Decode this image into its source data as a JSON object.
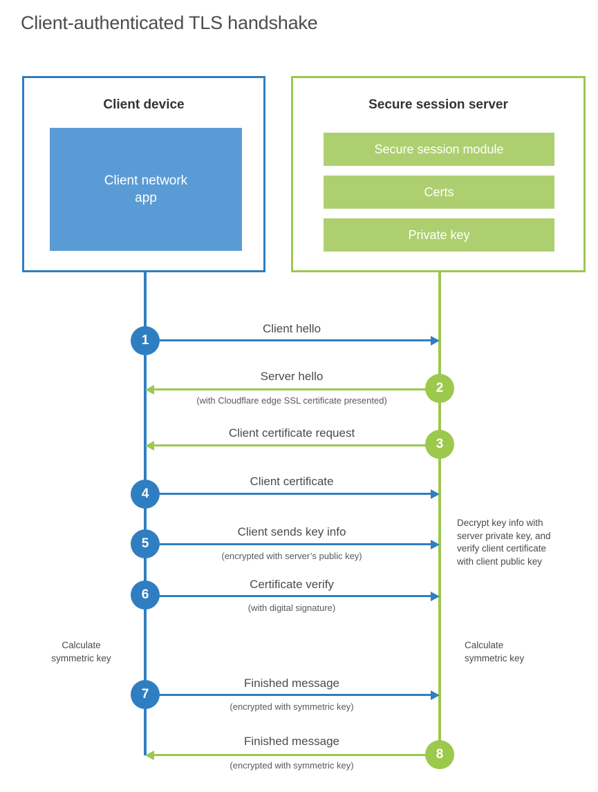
{
  "title": "Client-authenticated TLS handshake",
  "colors": {
    "client_blue": "#2f7ec1",
    "client_app_blue": "#5b9bd5",
    "server_green": "#9cc84c",
    "server_bar_green": "#adcf70",
    "text": "#4a4a4a"
  },
  "actors": {
    "client": {
      "title": "Client device",
      "app_label": "Client network\napp"
    },
    "server": {
      "title": "Secure session server",
      "bars": [
        "Secure session module",
        "Certs",
        "Private key"
      ]
    }
  },
  "steps": [
    {
      "number": "1",
      "direction": "client-to-server",
      "color": "blue",
      "label": "Client hello",
      "sublabel": ""
    },
    {
      "number": "2",
      "direction": "server-to-client",
      "color": "green",
      "label": "Server hello",
      "sublabel": "(with Cloudflare edge SSL certificate presented)"
    },
    {
      "number": "3",
      "direction": "server-to-client",
      "color": "green",
      "label": "Client certificate request",
      "sublabel": ""
    },
    {
      "number": "4",
      "direction": "client-to-server",
      "color": "blue",
      "label": "Client certificate",
      "sublabel": ""
    },
    {
      "number": "5",
      "direction": "client-to-server",
      "color": "blue",
      "label": "Client sends key info",
      "sublabel": "(encrypted with server’s public key)"
    },
    {
      "number": "6",
      "direction": "client-to-server",
      "color": "blue",
      "label": "Certificate verify",
      "sublabel": "(with digital signature)"
    },
    {
      "number": "7",
      "direction": "client-to-server",
      "color": "blue",
      "label": "Finished message",
      "sublabel": "(encrypted with symmetric key)"
    },
    {
      "number": "8",
      "direction": "server-to-client",
      "color": "green",
      "label": "Finished message",
      "sublabel": "(encrypted with symmetric key)"
    }
  ],
  "notes": {
    "server_decrypt": "Decrypt key info with\nserver private key, and\nverify client certificate\nwith client public key",
    "client_calculate": "Calculate\nsymmetric key",
    "server_calculate": "Calculate\nsymmetric key"
  }
}
